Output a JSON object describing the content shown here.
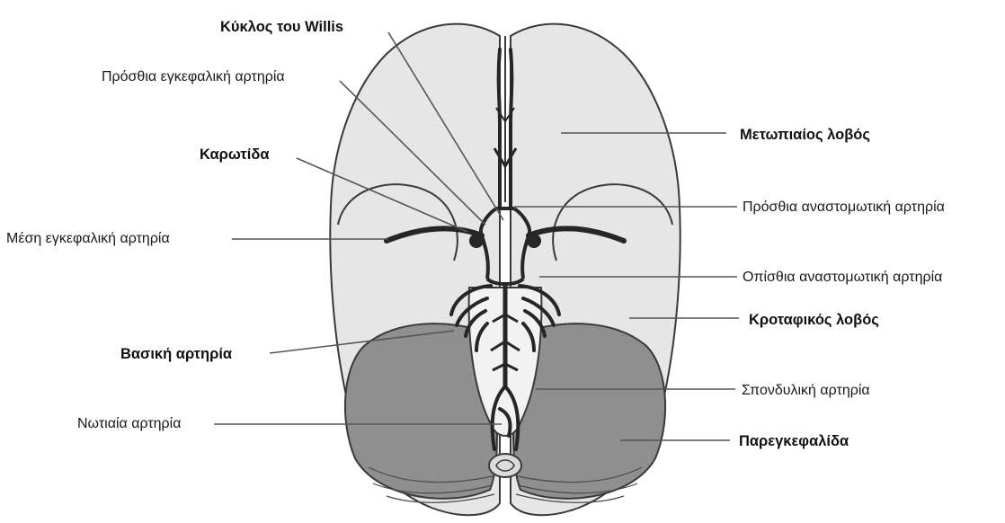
{
  "labels": {
    "circle_of_willis": "Κύκλος του Willis",
    "anterior_cerebral_artery": "Πρόσθια εγκεφαλική αρτηρία",
    "carotid": "Καρωτίδα",
    "middle_cerebral_artery": "Μέση εγκεφαλική αρτηρία",
    "basilar_artery": "Βασική αρτηρία",
    "spinal_artery": "Νωτιαία αρτηρία",
    "frontal_lobe": "Μετωπιαίος λοβός",
    "anterior_communicating_artery": "Πρόσθια αναστομωτική αρτηρία",
    "posterior_communicating_artery": "Οπίσθια αναστομωτική αρτηρία",
    "temporal_lobe": "Κροταφικός λοβός",
    "vertebral_artery": "Σπονδυλική αρτηρία",
    "cerebellum": "Παρεγκεφαλίδα"
  },
  "colors": {
    "cerebrum_fill": "#e6e6e6",
    "cerebellum_fill": "#8f8f8f",
    "vessel": "#262626",
    "outline": "#3a3a3a",
    "leader_line": "#555555"
  }
}
